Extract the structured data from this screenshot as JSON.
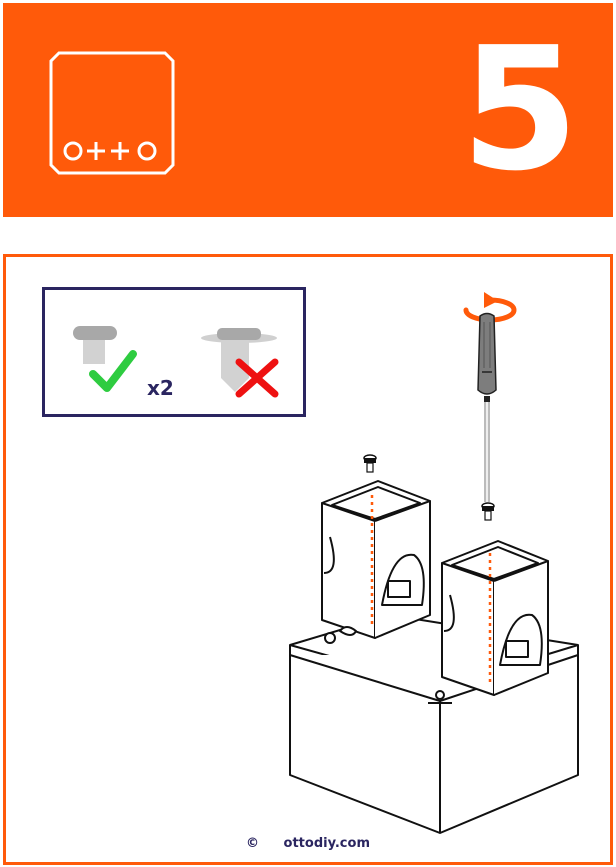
{
  "header": {
    "logo_text": "o++o",
    "step_number": "5",
    "accent_color": "#ff5a0a"
  },
  "legend": {
    "correct_icon": "check-icon",
    "quantity": "x2",
    "wrong_icon": "cross-icon"
  },
  "illustration": {
    "tool": "screwdriver",
    "rotation_icon": "rotate-arrow-icon",
    "guide_color": "#ff5a0a"
  },
  "footer": {
    "copyright": "©",
    "site": "ottodiy.com"
  }
}
